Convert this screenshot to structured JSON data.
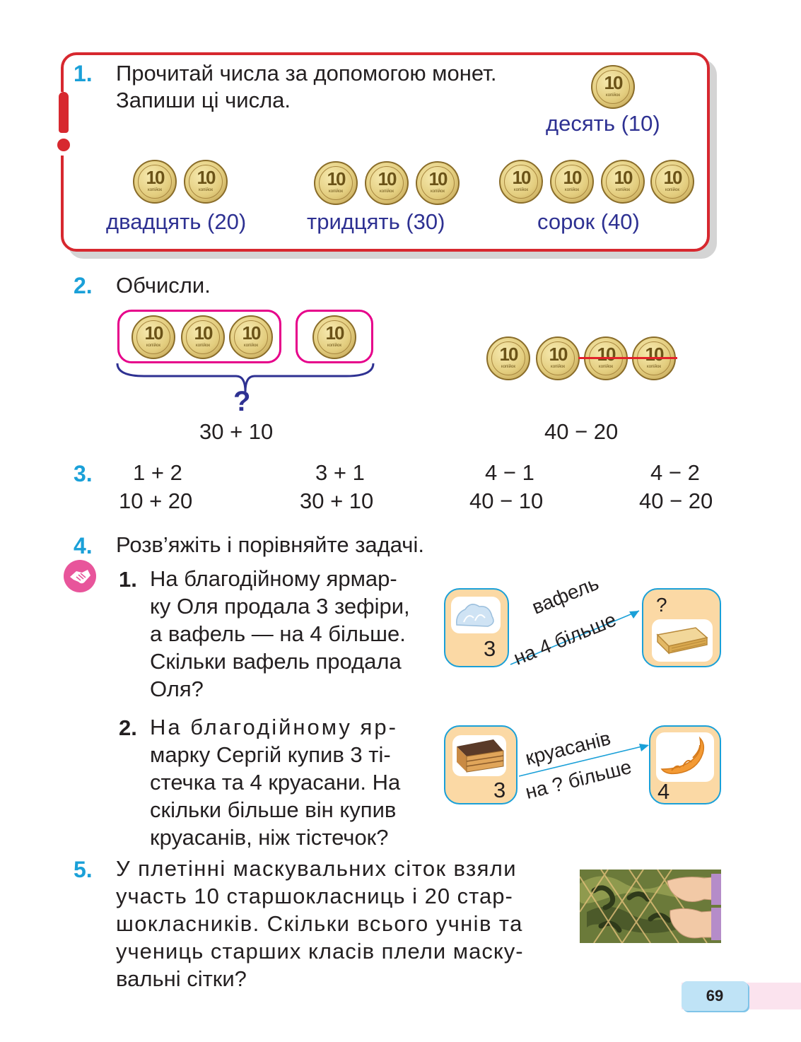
{
  "page_number": "69",
  "ex1": {
    "number": "1.",
    "line1": "Прочитай числа за допомогою монет.",
    "line2": "Запиши ці числа.",
    "coin_value": "10",
    "coin_caption": "копійок",
    "labels": [
      "десять (10)",
      "двадцять (20)",
      "тридцять (30)",
      "сорок (40)"
    ]
  },
  "ex2": {
    "number": "2.",
    "title": "Обчисли.",
    "question": "?",
    "expr_left": "30 + 10",
    "expr_right": "40 − 20"
  },
  "ex3": {
    "number": "3.",
    "columns": [
      [
        "1 + 2",
        "10 + 20"
      ],
      [
        "3 + 1",
        "30 + 10"
      ],
      [
        "4 − 1",
        "40 − 10"
      ],
      [
        "4 − 2",
        "40 − 20"
      ]
    ]
  },
  "ex4": {
    "number": "4.",
    "title": "Розв’яжіть і порівняйте задачі.",
    "task1": {
      "number": "1.",
      "lines": [
        "На благодійному ярмар-",
        "ку Оля продала 3 зефіри,",
        "а вафель — на 4 більше.",
        "Скільки вафель продала",
        "Оля?"
      ],
      "left_value": "3",
      "right_value": "?",
      "arrow_top": "вафель",
      "arrow_bottom": "на 4 більше"
    },
    "task2": {
      "number": "2.",
      "lines": [
        "На благодійному яр-",
        "марку Сергій купив 3 ті-",
        "стечка та 4 круасани. На",
        "скільки більше він купив",
        "круасанів, ніж тістечок?"
      ],
      "left_value": "3",
      "right_value": "4",
      "arrow_top": "круасанів",
      "arrow_bottom": "на ? більше"
    }
  },
  "ex5": {
    "number": "5.",
    "lines": [
      "У плетінні маскувальних сіток взяли",
      "участь 10 старшокласниць і 20 стар-",
      "шокласників. Скільки всього учнів та",
      "учениць старших класів плели маску-",
      "вальні сітки?"
    ]
  }
}
